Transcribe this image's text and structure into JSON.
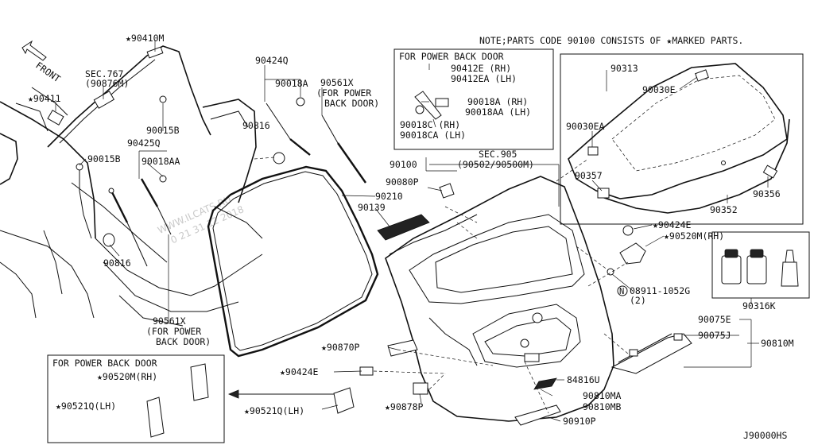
{
  "diagram_id": "J90000HS",
  "note": "NOTE;PARTS CODE 90100 CONSISTS OF ★MARKED PARTS.",
  "front_label": "FRONT",
  "watermark": {
    "site": "WWW.ILCATS.RU",
    "phone": "0 21 31 12 2018"
  },
  "power_back_door_top": "FOR POWER BACK DOOR",
  "power_back_door_bottom": "FOR POWER BACK DOOR",
  "labels": {
    "p90410M": "★90410M",
    "p90411": "★90411",
    "sec767": "SEC.767",
    "sec767b": "(90876M)",
    "p90015B_a": "90015B",
    "p90425Q": "90425Q",
    "p90015B_b": "90015B",
    "p90018AA": "90018AA",
    "p90816_a": "90816",
    "p90424Q": "90424Q",
    "p90018A": "90018A",
    "p90561X_a": "90561X",
    "p90561X_a2": "(FOR POWER",
    "p90561X_a3": "BACK DOOR)",
    "p90816_b": "90816",
    "p90561X_b": "90561X",
    "p90561X_b2": "(FOR POWER",
    "p90561X_b3": "BACK DOOR)",
    "p90412E": "90412E  (RH)",
    "p90412EA": "90412EA (LH)",
    "p90018A_rh": "90018A  (RH)",
    "p90018AA_lh": "90018AA (LH)",
    "p90018C": "90018C  (RH)",
    "p90018CA": "90018CA (LH)",
    "p90313": "90313",
    "p90030E": "90030E",
    "p90030EA": "90030EA",
    "p90357": "90357",
    "p90356": "90356",
    "p90352": "90352",
    "sec905": "SEC.905",
    "sec905b": "(90502/90500M)",
    "p90100": "90100",
    "p90080P": "90080P",
    "p90210": "90210",
    "p90139": "90139",
    "p90424E_a": "★90424E",
    "p90520M_rh": "★90520M(RH)",
    "p08911": "08911-1052G",
    "p08911b": "(2)",
    "p90316K": "90316K",
    "p90075E": "90075E",
    "p90075J": "90075J",
    "p90810M": "90810M",
    "p90870P": "★90870P",
    "p90424E_b": "★90424E",
    "p84816U": "84816U",
    "p90810MA": "90810MA",
    "p90810MB": "90810MB",
    "p90878P": "★90878P",
    "p90521Q_a": "★90521Q(LH)",
    "p90910P": "90910P",
    "p90520M_box": "★90520M(RH)",
    "p90521Q_box": "★90521Q(LH)"
  }
}
